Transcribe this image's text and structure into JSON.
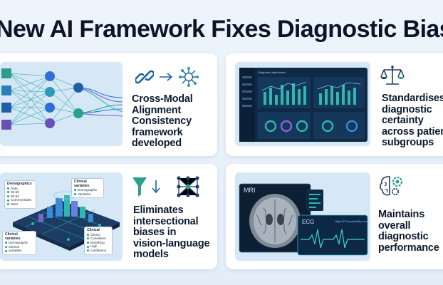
{
  "headline": "New AI Framework Fixes Diagnostic Bias",
  "cards": [
    {
      "lines": [
        "Cross-Modal",
        "Alignment",
        "Consistency",
        "framework",
        "developed"
      ],
      "icons": [
        "chain-link-icon",
        "arrow-right-icon",
        "network-node-icon"
      ]
    },
    {
      "lines": [
        "Standardises",
        "diagnostic",
        "certainty",
        "across patient",
        "subgroups"
      ],
      "icons": [
        "balance-scale-icon"
      ],
      "dashboard_title": "Diagnostic dashboard"
    },
    {
      "lines": [
        "Eliminates",
        "intersectional",
        "biases in",
        "vision-language",
        "models"
      ],
      "icons": [
        "funnel-icon",
        "arrow-down-icon",
        "network-node-icon"
      ],
      "panels": {
        "demographics": {
          "title": "Demographics",
          "rows": [
            "Data",
            "35-50",
            "60-84",
            "Commensides",
            "More"
          ]
        },
        "clinical_top": {
          "title": "Clinical variables",
          "rows": [
            "Demographic",
            "Variables"
          ]
        },
        "clinical_left": {
          "title": "Clinical variables",
          "rows": [
            "Demographic",
            "Clinical",
            "variables"
          ]
        },
        "clinical_right": {
          "title": "Clinical",
          "rows": [
            "Clinics",
            "Consistent",
            "Breathing",
            "High",
            "confidence"
          ]
        }
      }
    },
    {
      "lines": [
        "Maintains",
        "overall",
        "diagnostic",
        "performance"
      ],
      "icons": [
        "brain-gear-icon"
      ],
      "mri_label": "MRI",
      "ecg_label": "ECG",
      "ecg_note": "High ECG probability score"
    }
  ],
  "colors": {
    "accent_teal": "#2aa18a",
    "accent_blue": "#2f6fd6",
    "dark_panel": "#102a44",
    "card_art_bg": "#d5e7f6"
  }
}
